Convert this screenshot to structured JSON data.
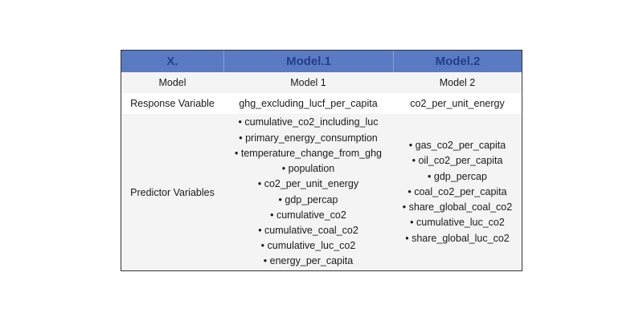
{
  "table": {
    "headers": [
      "X.",
      "Model.1",
      "Model.2"
    ],
    "rows": [
      {
        "label": "Model",
        "model1": "Model 1",
        "model2": "Model 2"
      },
      {
        "label": "Response Variable",
        "model1": "ghg_excluding_lucf_per_capita",
        "model2": "co2_per_unit_energy"
      }
    ],
    "predictors": {
      "label": "Predictor Variables",
      "model1": [
        "cumulative_co2_including_luc",
        "primary_energy_consumption",
        "temperature_change_from_ghg",
        "population",
        "co2_per_unit_energy",
        "gdp_percap",
        "cumulative_co2",
        "cumulative_coal_co2",
        "cumulative_luc_co2",
        "energy_per_capita"
      ],
      "model2": [
        "gas_co2_per_capita",
        "oil_co2_per_capita",
        "gdp_percap",
        "coal_co2_per_capita",
        "share_global_coal_co2",
        "cumulative_luc_co2",
        "share_global_luc_co2"
      ]
    }
  },
  "colors": {
    "header_bg": "#5b7ac4",
    "header_text": "#233f86",
    "stripe": "#f4f4f4"
  }
}
